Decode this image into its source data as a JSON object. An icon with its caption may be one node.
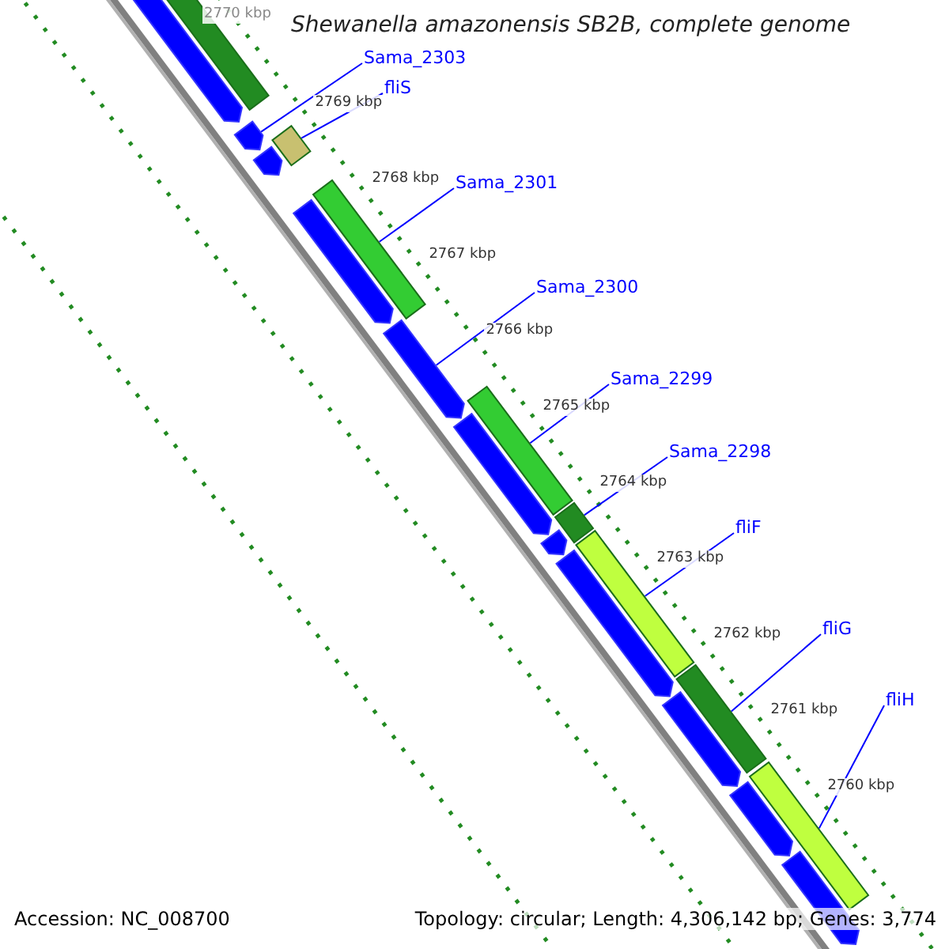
{
  "diagram": {
    "title": "Shewanella amazonensis SB2B, complete genome",
    "nodes": [
      {
        "text": [
          "Sama_2303"
        ]
      },
      {
        "text": [
          "fliS"
        ]
      },
      {
        "text": [
          "Sama_2301"
        ]
      },
      {
        "text": [
          "Sama_2300"
        ]
      },
      {
        "text": [
          "Sama_2299"
        ]
      },
      {
        "text": [
          "Sama_2298"
        ]
      },
      {
        "text": [
          "fliF"
        ]
      },
      {
        "text": [
          "fliG"
        ]
      },
      {
        "text": [
          "fliH"
        ]
      },
      {
        "text": [],
        "shape": "arrow"
      },
      {
        "text": [],
        "shape": "bar"
      },
      {
        "text": [],
        "shape": "bar"
      },
      {
        "text": [],
        "shape": "arrow"
      },
      {
        "text": [],
        "shape": "bar"
      },
      {
        "text": [],
        "shape": "bar"
      },
      {
        "text": [],
        "shape": "bar"
      },
      {
        "text": [],
        "shape": "bar"
      },
      {
        "text": [],
        "shape": "bar"
      },
      {
        "text": [],
        "shape": "arrow"
      },
      {
        "text": [],
        "shape": "arrow"
      },
      {
        "text": [],
        "shape": "arrow"
      },
      {
        "text": [],
        "shape": "arrow"
      },
      {
        "text": [],
        "shape": "arrow"
      },
      {
        "text": [],
        "shape": "arrow"
      },
      {
        "text": [],
        "shape": "arrow"
      },
      {
        "text": [],
        "shape": "arrow"
      },
      {
        "text": [],
        "shape": "arrow"
      },
      {
        "text": [],
        "shape": "bar"
      }
    ],
    "edges": [
      {
        "from": 0,
        "to": 9,
        "arrow": "none"
      },
      {
        "from": 1,
        "to": 10,
        "arrow": "none"
      },
      {
        "from": 2,
        "to": 11,
        "arrow": "none"
      },
      {
        "from": 3,
        "to": 12,
        "arrow": "none"
      },
      {
        "from": 4,
        "to": 13,
        "arrow": "none"
      },
      {
        "from": 5,
        "to": 14,
        "arrow": "none"
      },
      {
        "from": 6,
        "to": 15,
        "arrow": "none"
      },
      {
        "from": 7,
        "to": 16,
        "arrow": "none"
      },
      {
        "from": 8,
        "to": 17,
        "arrow": "none"
      }
    ],
    "labels": [
      "2770 kbp",
      "2769 kbp",
      "2768 kbp",
      "2767 kbp",
      "2766 kbp",
      "2765 kbp",
      "2764 kbp",
      "2763 kbp",
      "2762 kbp",
      "2761 kbp",
      "2760 kbp",
      "Accession: NC_008700",
      "Topology: circular; Length: 4,306,142 bp; Genes: 3,774"
    ]
  }
}
